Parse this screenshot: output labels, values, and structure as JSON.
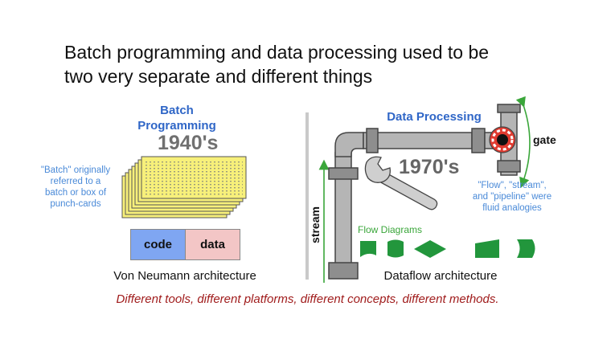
{
  "title": {
    "line1": "Batch programming and data processing used to be",
    "line2": "two very separate and different things"
  },
  "batch": {
    "heading_line1": "Batch",
    "heading_line2": "Programming",
    "year": "1940's",
    "note_line1": "\"Batch\" originally",
    "note_line2": "referred to a",
    "note_line3": "batch or box of",
    "note_line4": "punch-cards",
    "code_label": "code",
    "data_label": "data",
    "caption": "Von Neumann architecture"
  },
  "dataflow": {
    "heading": "Data Processing",
    "year": "1970's",
    "gate_label": "gate",
    "stream_label": "stream",
    "flow_diagrams_label": "Flow Diagrams",
    "note_line1": "\"Flow\", \"stream\",",
    "note_line2": "and \"pipeline\" were",
    "note_line3": "fluid analogies",
    "caption": "Dataflow architecture"
  },
  "footer": "Different tools, different platforms, different concepts, different methods.",
  "colors": {
    "blue_heading": "#2f66c7",
    "note_blue": "#4a8ad8",
    "code_box": "#7fa6f2",
    "data_box": "#f3c6c6",
    "green": "#3aa63a",
    "footer_red": "#a01c1c",
    "card_yellow": "#f7f07a"
  }
}
